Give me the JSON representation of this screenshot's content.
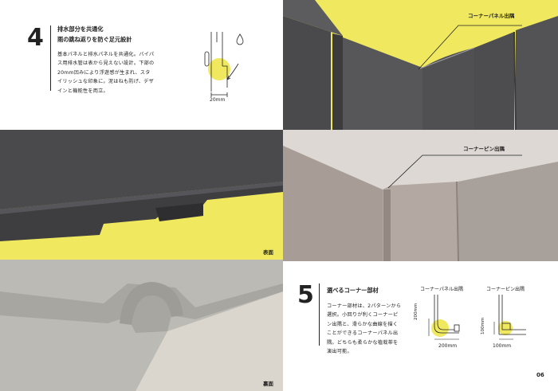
{
  "section4": {
    "number": "4",
    "title_line1": "排水部分を共通化",
    "title_line2": "雨の跳ね返りを防ぐ足元設計",
    "body": [
      "基本パネルと排水パネルを共通化。バイパ",
      "ス用排水管は表から見えない設計。下部の",
      "20mm凹みにより浮遊感が生まれ、スタ",
      "イリッシュな印象に。泥はねも防げ、デザ",
      "インと機能性を両立。"
    ],
    "diagram_dim": "20mm"
  },
  "section5": {
    "number": "5",
    "title": "選べるコーナー部材",
    "body": [
      "コーナー部材は、2パターンから",
      "選択。小回りが利くコーナーピ",
      "ン出隅と、滑らかな曲線を描く",
      "ことができるコーナーパネル出",
      "隅。どちらも柔らかな植栽帯を",
      "演出可能。"
    ],
    "diagram1_title": "コーナーパネル出隅",
    "diagram1_dim_v": "200mm",
    "diagram1_dim_h": "200mm",
    "diagram2_title": "コーナーピン出隅",
    "diagram2_dim_v": "100mm",
    "diagram2_dim_h": "100mm"
  },
  "photos": {
    "top_right_callout": "コーナーパネル出隅",
    "mid_right_callout": "コーナーピン出隅",
    "mid_left_label": "表面",
    "bottom_left_label": "裏面"
  },
  "page_number": "06",
  "colors": {
    "yellow": "#f0e960",
    "panel_dark": "#4a4a4c",
    "panel_beige": "#a89c96",
    "concrete": "#b7b5b0"
  }
}
